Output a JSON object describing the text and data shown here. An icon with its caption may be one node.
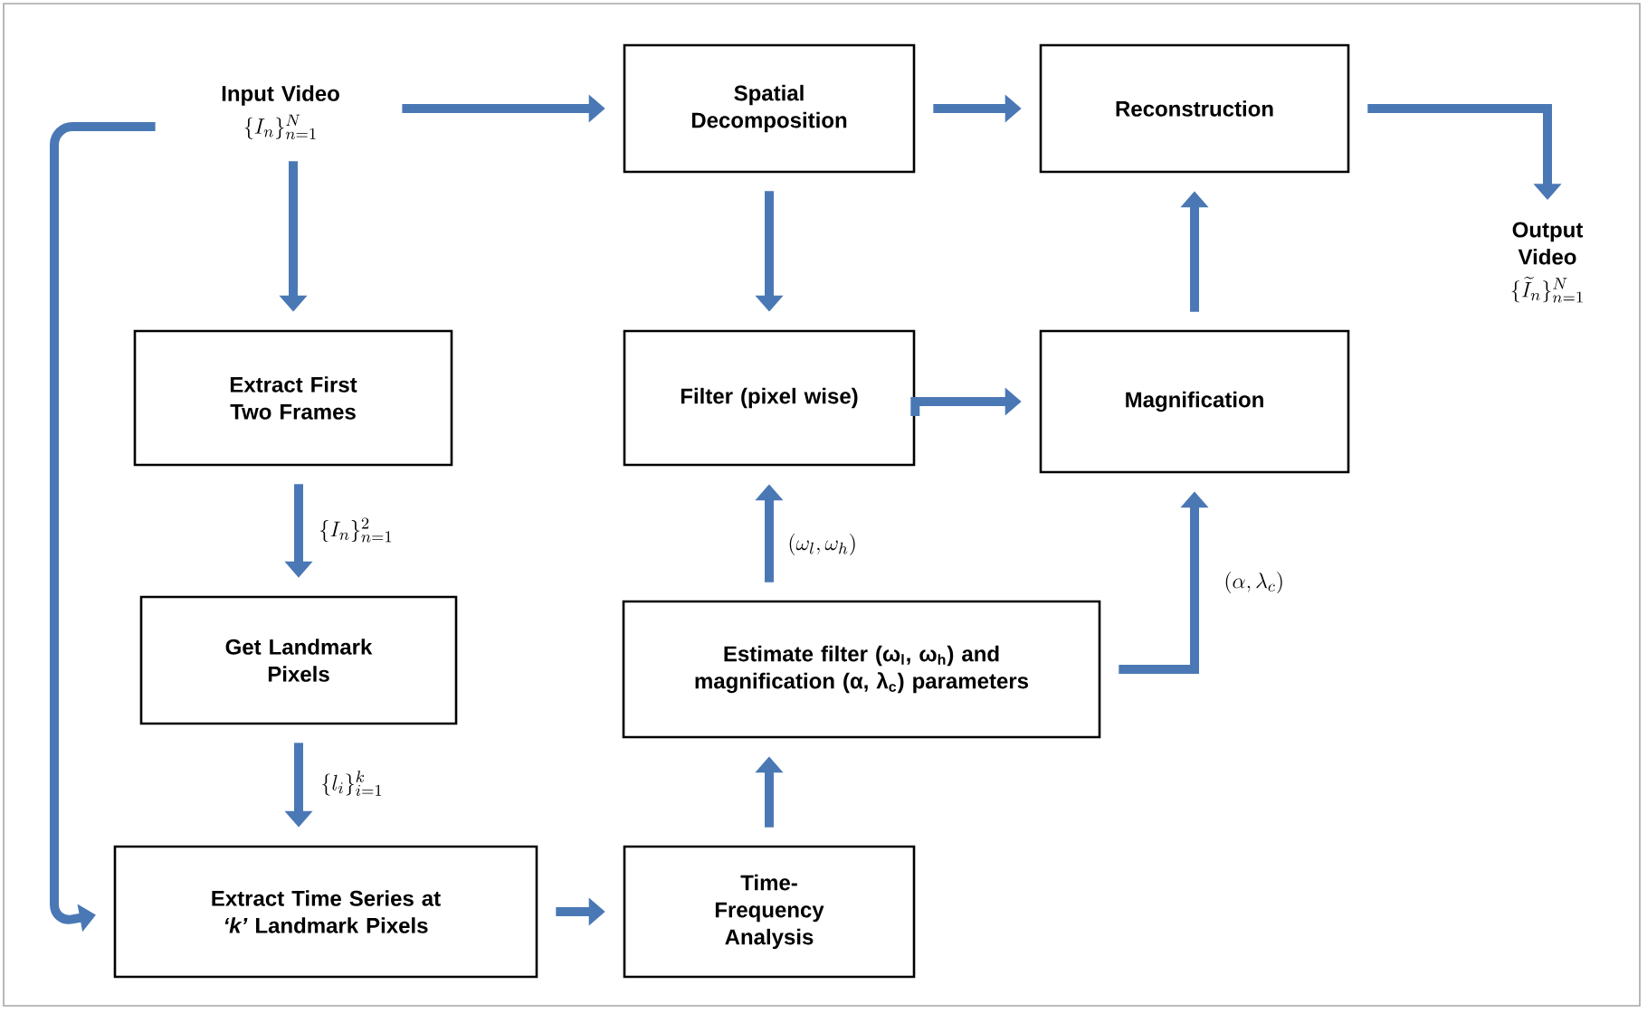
{
  "diagram": {
    "nodes": [
      {
        "text": [
          "Input Video",
          "\\{I_n\\}_{n=1}^N"
        ]
      },
      {
        "text": [
          "Spatial Decomposition"
        ]
      },
      {
        "text": [
          "Reconstruction"
        ]
      },
      {
        "text": [
          "Output Video",
          "\\{\\widetilde{I}_n\\}_{n=1}^N"
        ]
      },
      {
        "text": [
          "Extract First Two Frames"
        ]
      },
      {
        "text": [
          "Filter (pixel wise)"
        ]
      },
      {
        "text": [
          "Magnification"
        ]
      },
      {
        "text": [
          "Get Landmark Pixels"
        ]
      },
      {
        "text": [
          "Estimate filter (ω$_{l}$, ω$_{h}$) and magnification (α, λ$_{c}$) parameters"
        ]
      },
      {
        "text": [
          "Extract Time Series at *‘k’* Landmark Pixels"
        ]
      },
      {
        "text": [
          "Time-Frequency Analysis"
        ]
      }
    ],
    "edges": [
      {
        "from": 0,
        "to": 1,
        "arrow": "to"
      },
      {
        "from": 1,
        "to": 2,
        "arrow": "to"
      },
      {
        "from": 2,
        "to": 3,
        "arrow": "to"
      },
      {
        "from": 0,
        "to": 4,
        "arrow": "to"
      },
      {
        "from": 4,
        "to": 7,
        "arrow": "to",
        "label": "\\{I_n\\}_{n=1}^2"
      },
      {
        "from": 7,
        "to": 9,
        "arrow": "to",
        "label": "\\{l_i\\}_{i=1}^k"
      },
      {
        "from": 0,
        "to": 9,
        "arrow": "to"
      },
      {
        "from": 9,
        "to": 10,
        "arrow": "to"
      },
      {
        "from": 10,
        "to": 8,
        "arrow": "to"
      },
      {
        "from": 8,
        "to": 5,
        "arrow": "to",
        "label": "(\\omega_l, \\omega_h)"
      },
      {
        "from": 8,
        "to": 6,
        "arrow": "to",
        "label": "(\\alpha, \\lambda_c)"
      },
      {
        "from": 1,
        "to": 5,
        "arrow": "to"
      },
      {
        "from": 5,
        "to": 6,
        "arrow": "to"
      },
      {
        "from": 6,
        "to": 2,
        "arrow": "to"
      }
    ]
  }
}
